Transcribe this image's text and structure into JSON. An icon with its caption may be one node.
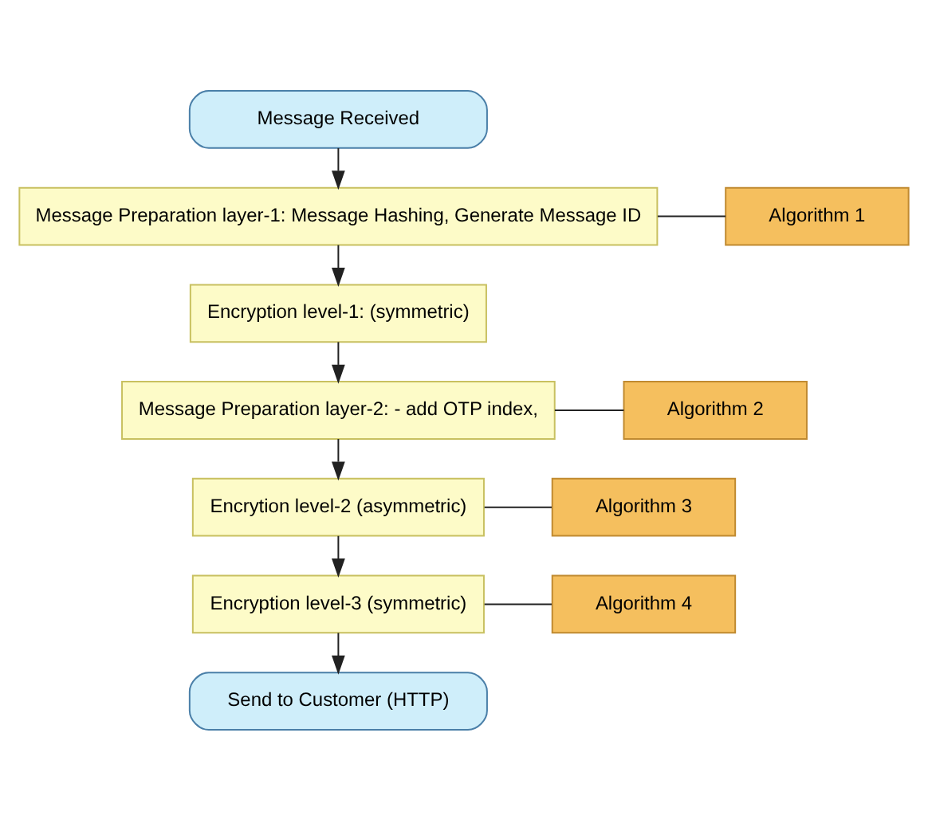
{
  "diagram": {
    "nodes": [
      {
        "text": [
          "Message Received"
        ]
      },
      {
        "text": [
          "Message Preparation layer-1: Message Hashing, Generate Message ID"
        ]
      },
      {
        "text": [
          "Algorithm 1"
        ]
      },
      {
        "text": [
          "Encryption level-1: (symmetric)"
        ]
      },
      {
        "text": [
          "Message Preparation layer-2: - add OTP index,"
        ]
      },
      {
        "text": [
          "Algorithm 2"
        ]
      },
      {
        "text": [
          "Encrytion level-2 (asymmetric)"
        ]
      },
      {
        "text": [
          "Algorithm 3"
        ]
      },
      {
        "text": [
          "Encryption level-3 (symmetric)"
        ]
      },
      {
        "text": [
          "Algorithm 4"
        ]
      },
      {
        "text": [
          "Send to Customer (HTTP)"
        ]
      }
    ],
    "edges": [
      {
        "from": 0,
        "to": 1,
        "arrow": "to"
      },
      {
        "from": 1,
        "to": 3,
        "arrow": "to"
      },
      {
        "from": 3,
        "to": 4,
        "arrow": "to"
      },
      {
        "from": 4,
        "to": 6,
        "arrow": "to"
      },
      {
        "from": 6,
        "to": 8,
        "arrow": "to"
      },
      {
        "from": 8,
        "to": 10,
        "arrow": "to"
      },
      {
        "from": 2,
        "to": 1,
        "arrow": "none"
      },
      {
        "from": 5,
        "to": 4,
        "arrow": "none"
      },
      {
        "from": 7,
        "to": 6,
        "arrow": "none"
      },
      {
        "from": 9,
        "to": 8,
        "arrow": "none"
      }
    ]
  }
}
